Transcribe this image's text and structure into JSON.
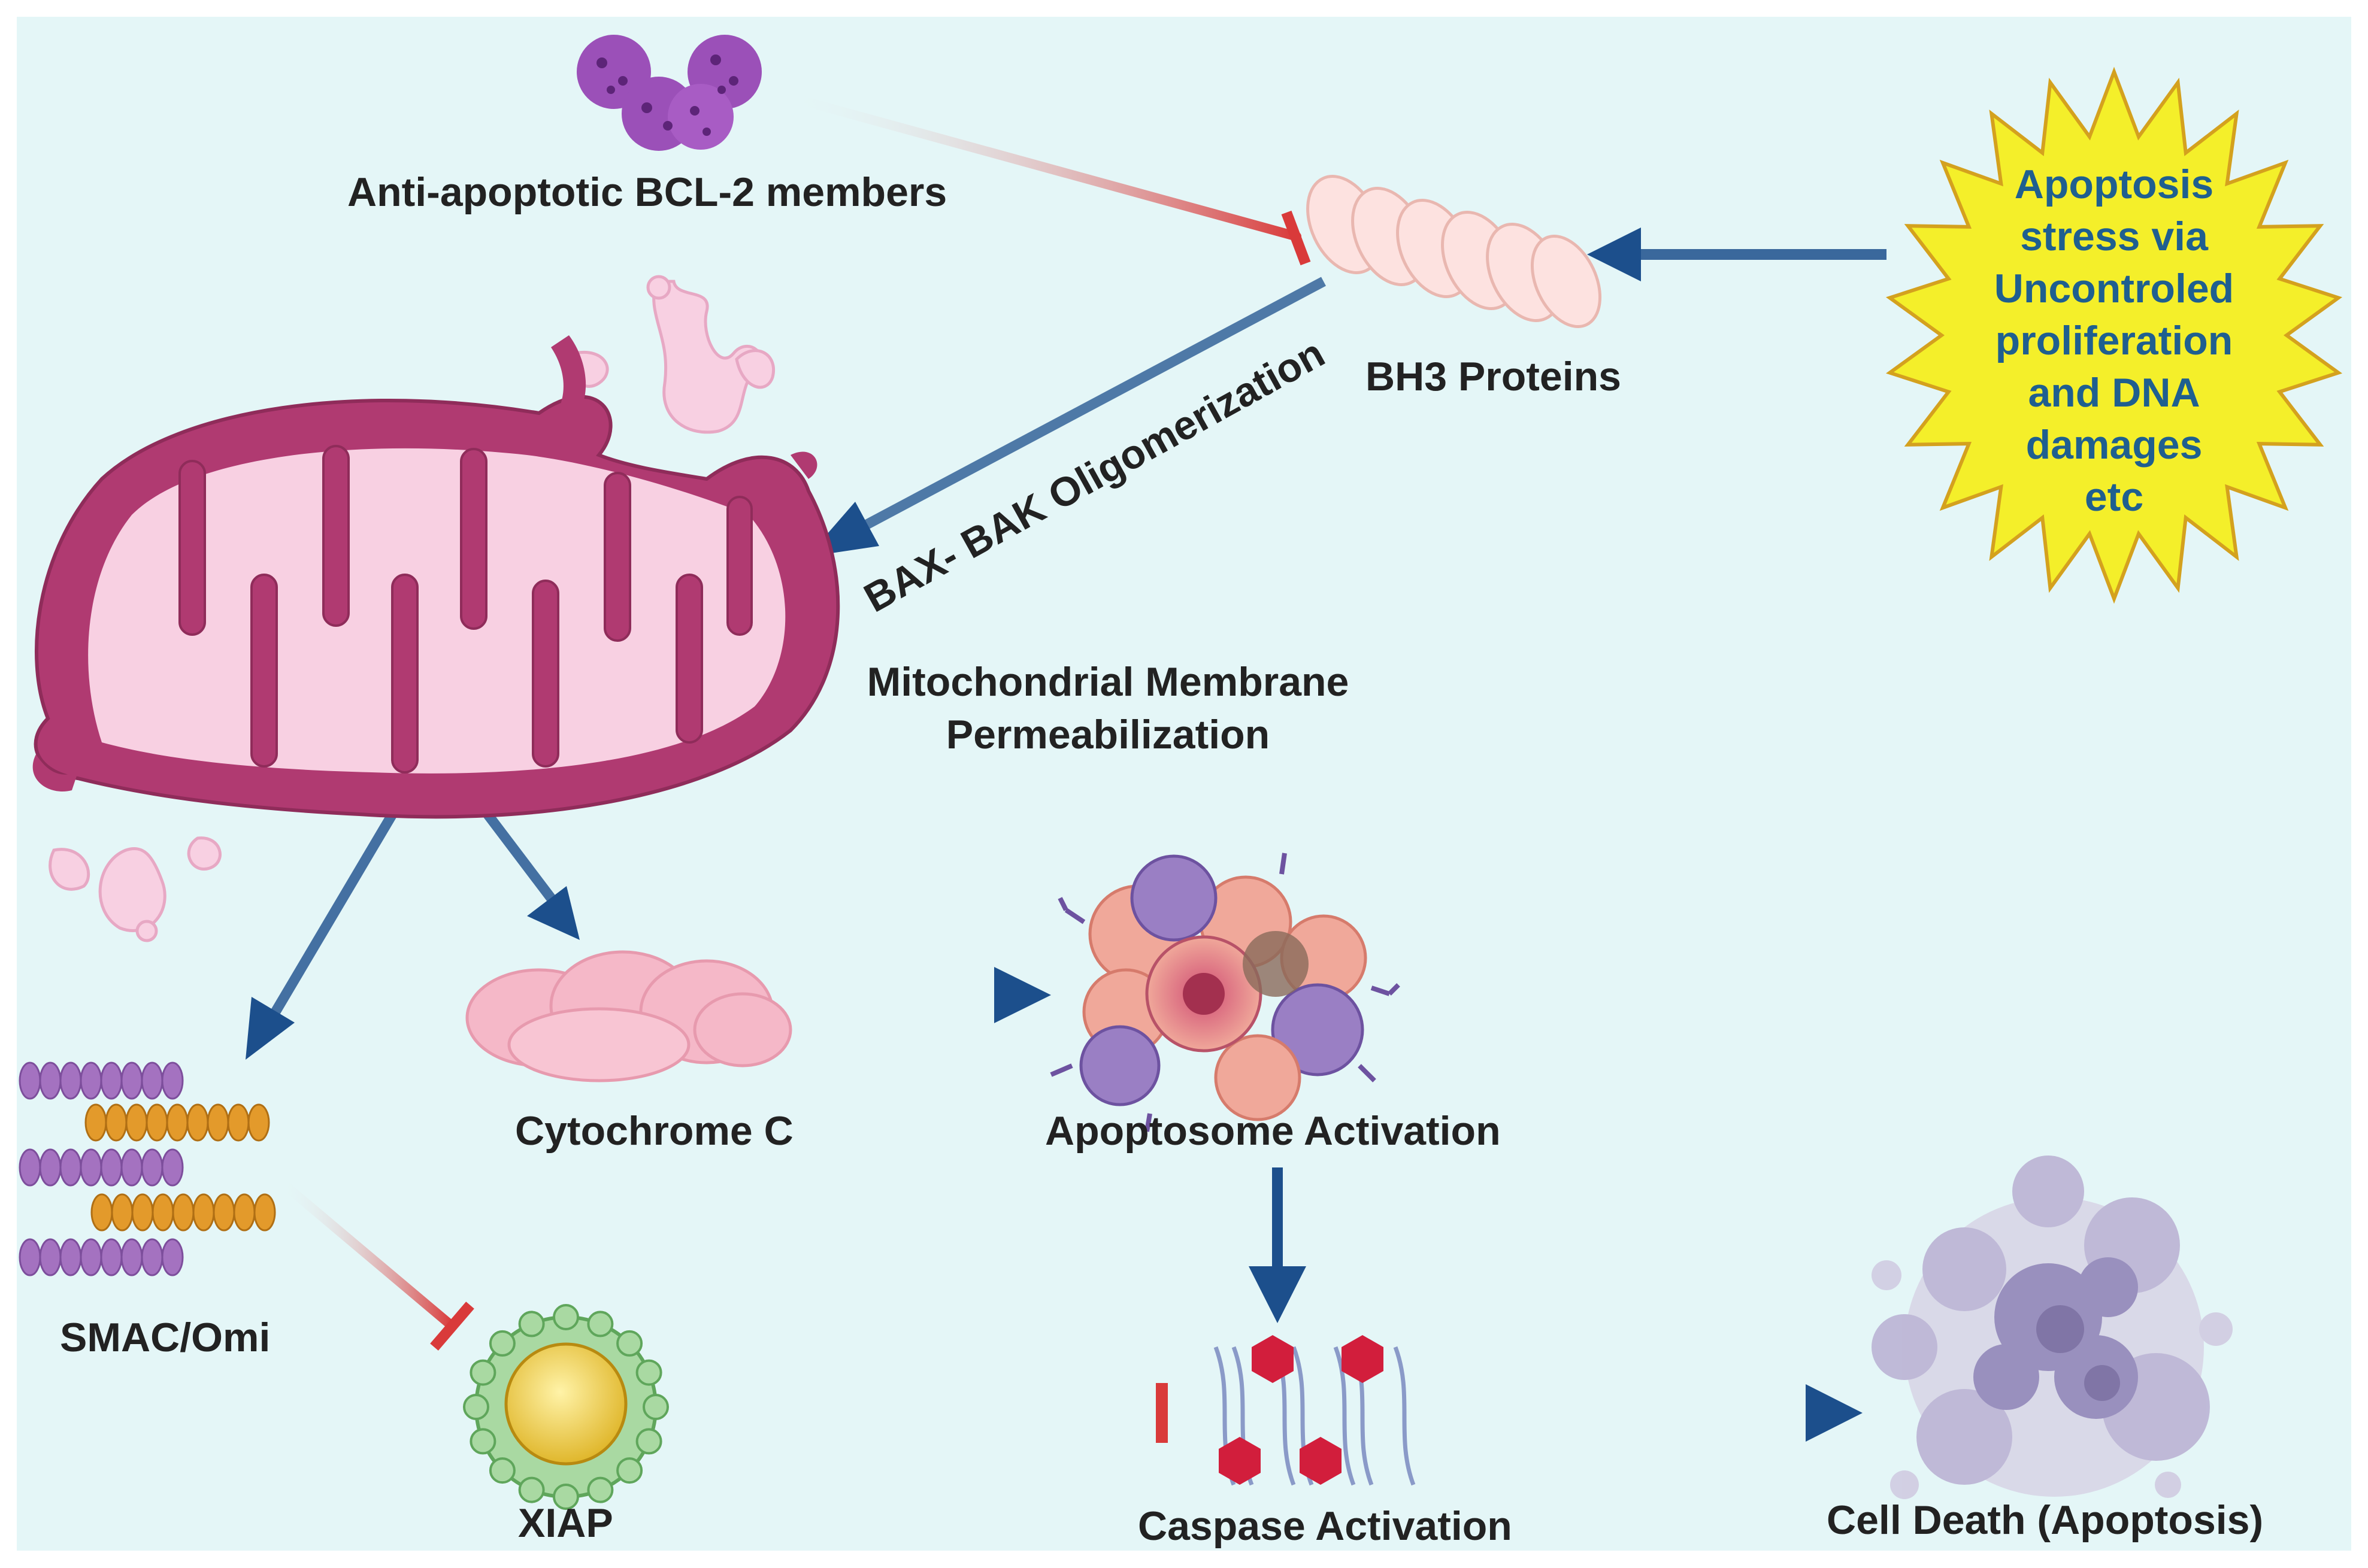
{
  "colors": {
    "background": "#e4f6f7",
    "inhibit": "#d93a3a",
    "activate": "#1c4f8c",
    "mito_outer": "#b03a71",
    "mito_inner": "#f8d0e2",
    "stress_fill": "#f4ef2a",
    "stress_text": "#1f5f8f"
  },
  "nodes": {
    "anti_apoptotic": "Anti-apoptotic BCL-2 members",
    "bh3": "BH3 Proteins",
    "stress_lines": [
      "Apoptosis",
      "stress  via",
      "Uncontroled",
      "proliferation",
      "and DNA",
      "damages",
      "etc"
    ],
    "bax_bak": "BAX- BAK Oligomerization",
    "mmp_line1": "Mitochondrial Membrane",
    "mmp_line2": "Permeabilization",
    "smac": "SMAC/Omi",
    "cytochrome": "Cytochrome C",
    "apoptosome": "Apoptosome Activation",
    "xiap": "XIAP",
    "caspase": "Caspase Activation",
    "cell_death": "Cell Death  (Apoptosis)"
  },
  "edges": [
    {
      "from": "Anti-apoptotic BCL-2 members",
      "to": "BH3 Proteins",
      "type": "inhibit"
    },
    {
      "from": "Apoptosis stress",
      "to": "BH3 Proteins",
      "type": "activate"
    },
    {
      "from": "BH3 Proteins",
      "to": "Mitochondrial Membrane Permeabilization",
      "type": "activate"
    },
    {
      "from": "Mitochondrial Membrane Permeabilization",
      "to": "SMAC/Omi",
      "type": "activate"
    },
    {
      "from": "Mitochondrial Membrane Permeabilization",
      "to": "Cytochrome C",
      "type": "activate"
    },
    {
      "from": "Cytochrome C",
      "to": "Apoptosome Activation",
      "type": "activate"
    },
    {
      "from": "Apoptosome Activation",
      "to": "Caspase Activation",
      "type": "activate"
    },
    {
      "from": "SMAC/Omi",
      "to": "XIAP",
      "type": "inhibit"
    },
    {
      "from": "XIAP",
      "to": "Caspase Activation",
      "type": "inhibit"
    },
    {
      "from": "Caspase Activation",
      "to": "Cell Death (Apoptosis)",
      "type": "activate"
    }
  ]
}
